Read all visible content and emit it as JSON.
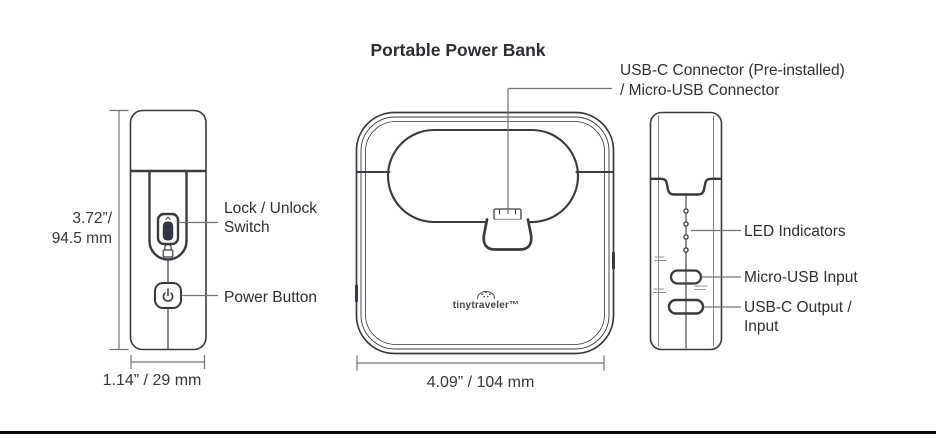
{
  "title": "Portable Power Bank",
  "logo": "tinytraveler™",
  "dimensions": {
    "height_in": "3.72”/",
    "height_mm": "94.5 mm",
    "depth": "1.14” / 29 mm",
    "width": "4.09” / 104 mm"
  },
  "callouts": {
    "lock_switch_l1": "Lock / Unlock",
    "lock_switch_l2": "Switch",
    "power_button": "Power Button",
    "top_connector_l1": "USB-C Connector (Pre-installed)",
    "top_connector_l2": "/ Micro-USB Connector",
    "led": "LED Indicators",
    "micro_usb": "Micro-USB Input",
    "usb_c_l1": "USB-C Output /",
    "usb_c_l2": "Input"
  },
  "colors": {
    "line": "#383a42",
    "line_bold": "#2f3138",
    "dimension": "#71717a",
    "text": "#2d2f36"
  }
}
